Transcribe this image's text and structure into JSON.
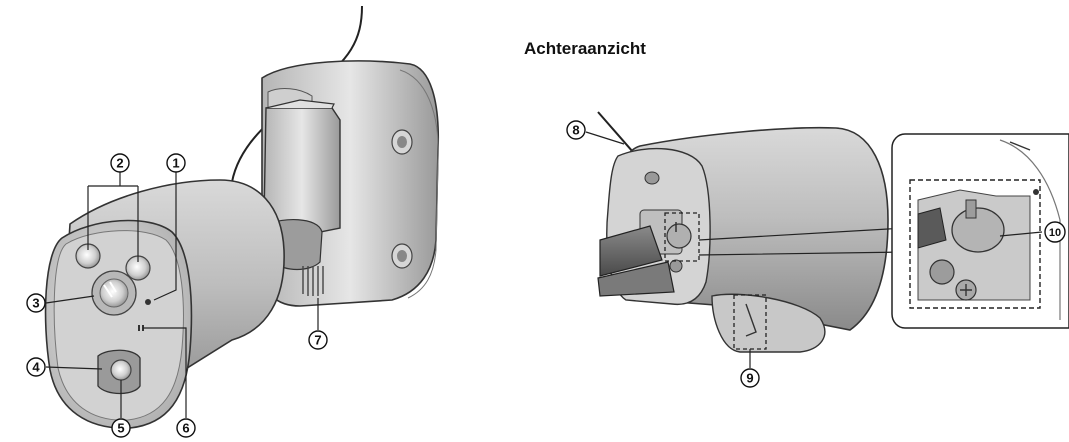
{
  "title": "Achteraanzicht",
  "callouts": {
    "c1": "1",
    "c2": "2",
    "c3": "3",
    "c4": "4",
    "c5": "5",
    "c6": "6",
    "c7": "7",
    "c8": "8",
    "c9": "9",
    "c10": "10"
  }
}
